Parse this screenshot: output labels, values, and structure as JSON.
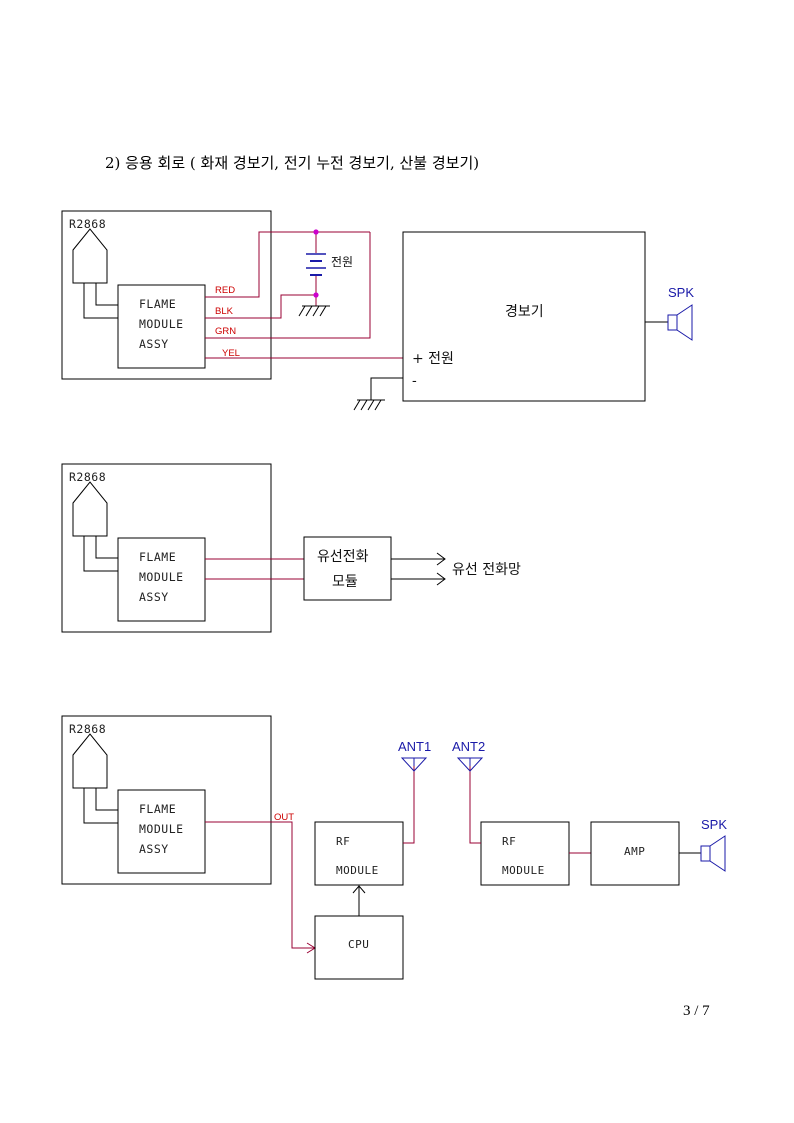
{
  "heading": "2) 응용 회로 ( 화재 경보기, 전기 누전 경보기, 산불 경보기)",
  "sensor": {
    "model": "R2868",
    "module_line1": "FLAME",
    "module_line2": "MODULE",
    "module_line3": "ASSY"
  },
  "circuit1": {
    "wires": {
      "red": "RED",
      "blk": "BLK",
      "grn": "GRN",
      "yel": "YEL"
    },
    "power_label": "전원",
    "alarm_label": "경보기",
    "alarm_power_plus": "+ 전원",
    "alarm_minus": "-",
    "speaker_label": "SPK"
  },
  "circuit2": {
    "module_line1": "유선전화",
    "module_line2": "모듈",
    "network_label": "유선 전화망"
  },
  "circuit3": {
    "out_label": "OUT",
    "rf1_line1": "RF",
    "rf1_line2": "MODULE",
    "rf2_line1": "RF",
    "rf2_line2": "MODULE",
    "cpu_label": "CPU",
    "amp_label": "AMP",
    "ant1_label": "ANT1",
    "ant2_label": "ANT2",
    "speaker_label": "SPK"
  },
  "page_number": "3 / 7",
  "colors": {
    "wire": "#990033",
    "wire_label": "#cc0000",
    "junction": "#cc00cc",
    "antenna_speaker": "#1a1aa8"
  }
}
